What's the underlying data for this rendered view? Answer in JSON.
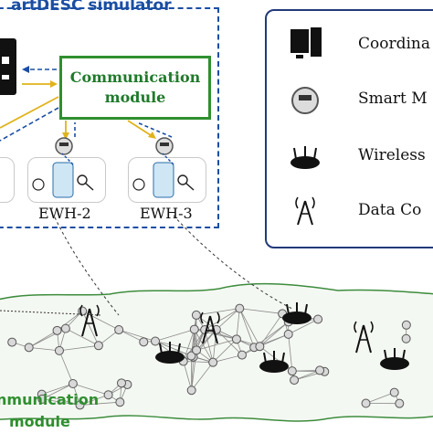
{
  "simulator": {
    "title": "artDESC simulator"
  },
  "comm_module": {
    "line1": "Communication",
    "line2": "module"
  },
  "ewh": [
    {
      "label": "EWH-2"
    },
    {
      "label": "EWH-3"
    }
  ],
  "legend": [
    {
      "icon": "coordinator-icon",
      "label": "Coordina"
    },
    {
      "icon": "smart-meter-icon",
      "label": "Smart M"
    },
    {
      "icon": "wireless-router-icon",
      "label": "Wireless"
    },
    {
      "icon": "data-collector-tower-icon",
      "label": "Data Co"
    }
  ],
  "network": {
    "label_line1": "nmunication",
    "label_line2": "module"
  },
  "colors": {
    "simulator_border": "#1a4ea3",
    "comm_module": "#2f8f2f",
    "legend_border": "#223a7a",
    "link_yellow": "#e0b31c",
    "link_blue": "#1a4ea3"
  }
}
